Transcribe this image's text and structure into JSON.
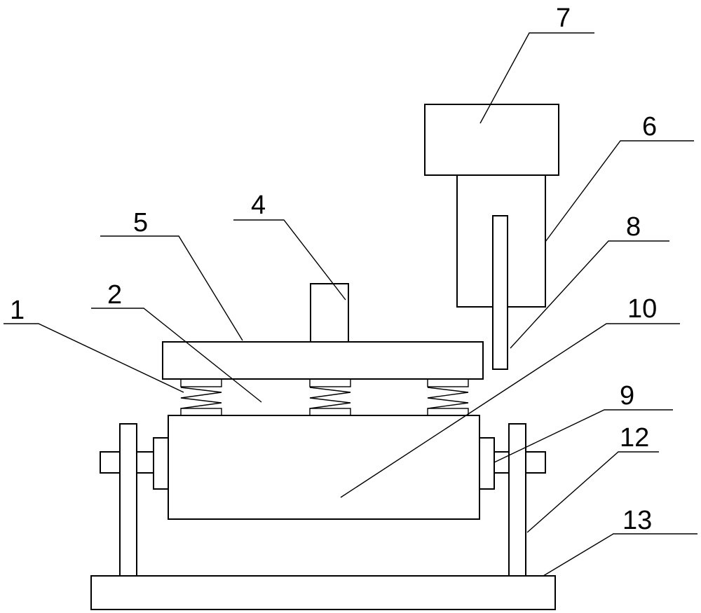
{
  "labels": {
    "l1": "1",
    "l2": "2",
    "l4": "4",
    "l5": "5",
    "l6": "6",
    "l7": "7",
    "l8": "8",
    "l9": "9",
    "l10": "10",
    "l12": "12",
    "l13": "13"
  }
}
